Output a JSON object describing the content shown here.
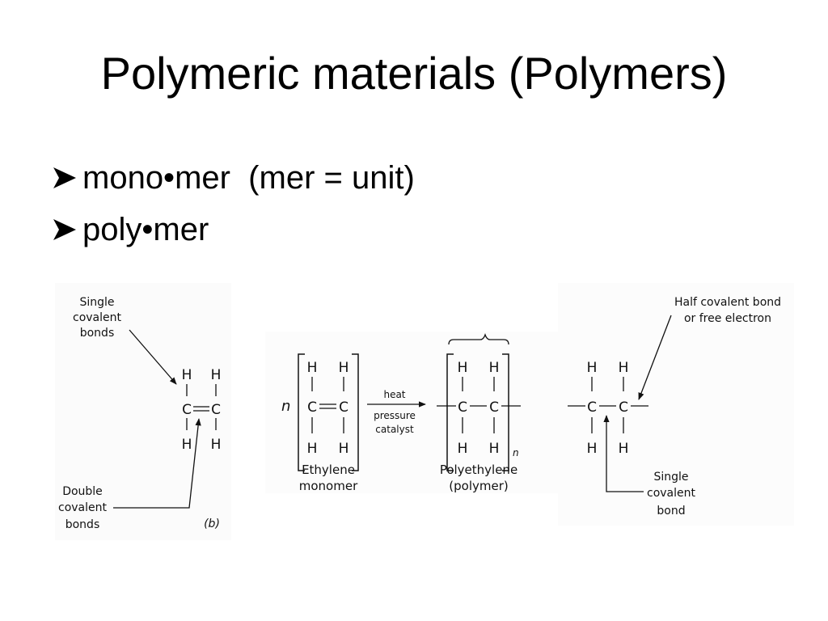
{
  "slide": {
    "title": "Polymeric materials (Polymers)",
    "bullets": [
      "mono•mer  (mer = unit)",
      "poly•mer"
    ],
    "bullet_icon": "arrowhead-bullet-icon"
  },
  "figure": {
    "panel_a": {
      "label_single": [
        "Single",
        "covalent",
        "bonds"
      ],
      "label_double": [
        "Double",
        "covalent",
        "bonds"
      ],
      "panel_label": "(b)"
    },
    "panel_b": {
      "n": "n",
      "subscript_n": "n",
      "conditions": [
        "heat",
        "pressure",
        "catalyst"
      ],
      "monomer_caption": [
        "Ethylene",
        "monomer"
      ],
      "polymer_caption": [
        "Polyethylene",
        "(polymer)"
      ]
    },
    "panel_c": {
      "label_half": [
        "Half covalent bond",
        "or free electron"
      ],
      "label_single": [
        "Single",
        "covalent",
        "bond"
      ]
    },
    "atoms": {
      "H": "H",
      "C": "C"
    }
  }
}
